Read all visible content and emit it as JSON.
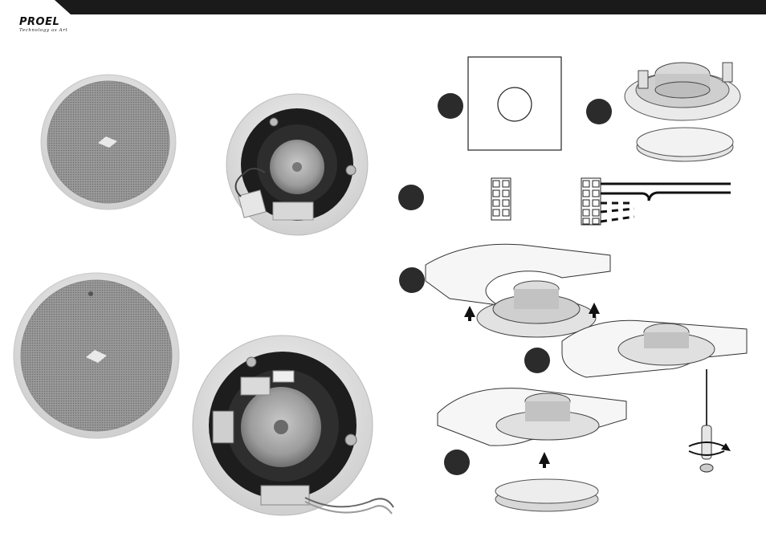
{
  "brand": {
    "name": "PROEL",
    "tagline": "Technology as Art"
  },
  "colors": {
    "header_bar": "#1a1a1a",
    "step_badge": "#2b2b2b",
    "grille": "#8a8a8a",
    "trim_ring": "#e4e4e4"
  },
  "figures": {
    "speaker_small_front": "speaker-front",
    "speaker_small_back": "speaker-back",
    "speaker_large_front": "speaker-front",
    "speaker_large_back": "speaker-back"
  },
  "installation_steps": [
    {
      "icon": "ceiling-cutout"
    },
    {
      "icon": "grille-removal"
    },
    {
      "icon": "terminal-wiring"
    },
    {
      "icon": "insert-into-ceiling"
    },
    {
      "icon": "tighten-clamps-screwdriver"
    },
    {
      "icon": "attach-grille"
    }
  ]
}
